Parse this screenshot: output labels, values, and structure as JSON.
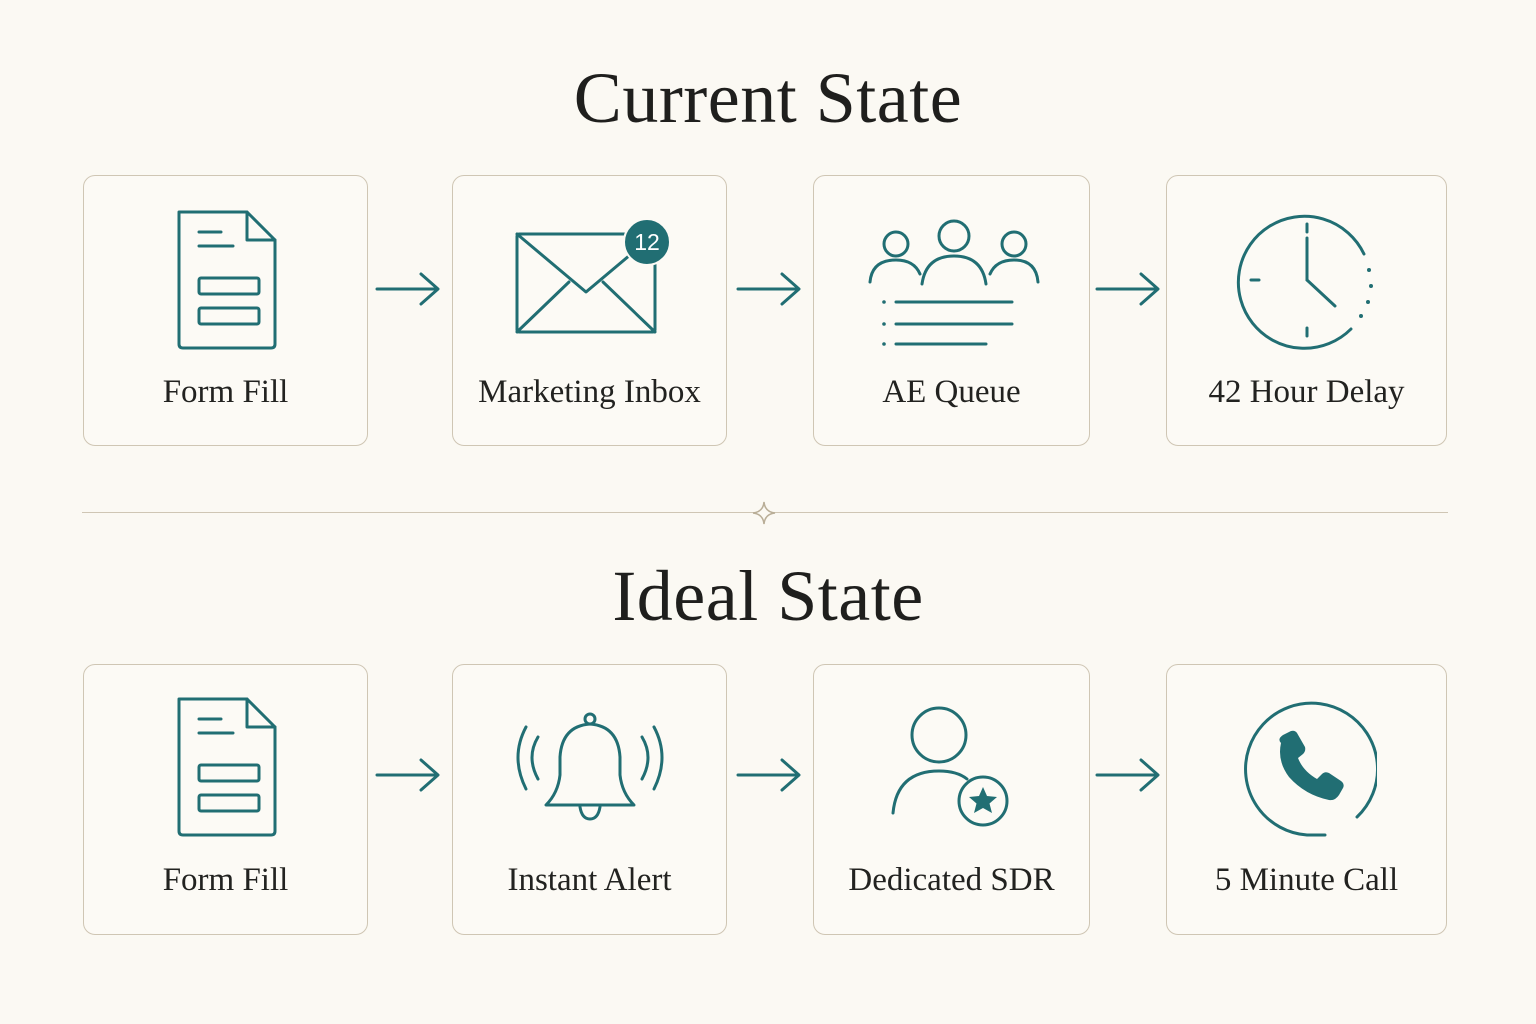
{
  "sections": [
    {
      "title": "Current State",
      "steps": [
        {
          "label": "Form Fill",
          "icon": "document-form-icon"
        },
        {
          "label": "Marketing Inbox",
          "icon": "envelope-icon",
          "badge": "12"
        },
        {
          "label": "AE Queue",
          "icon": "people-queue-icon"
        },
        {
          "label": "42 Hour Delay",
          "icon": "clock-icon"
        }
      ]
    },
    {
      "title": "Ideal State",
      "steps": [
        {
          "label": "Form Fill",
          "icon": "document-form-icon"
        },
        {
          "label": "Instant Alert",
          "icon": "ringing-bell-icon"
        },
        {
          "label": "Dedicated SDR",
          "icon": "user-star-icon"
        },
        {
          "label": "5 Minute Call",
          "icon": "phone-icon"
        }
      ]
    }
  ],
  "colors": {
    "accent": "#216e73",
    "background": "#fbf9f3",
    "card_border": "#cfc6b4",
    "text": "#1f1f1d"
  }
}
